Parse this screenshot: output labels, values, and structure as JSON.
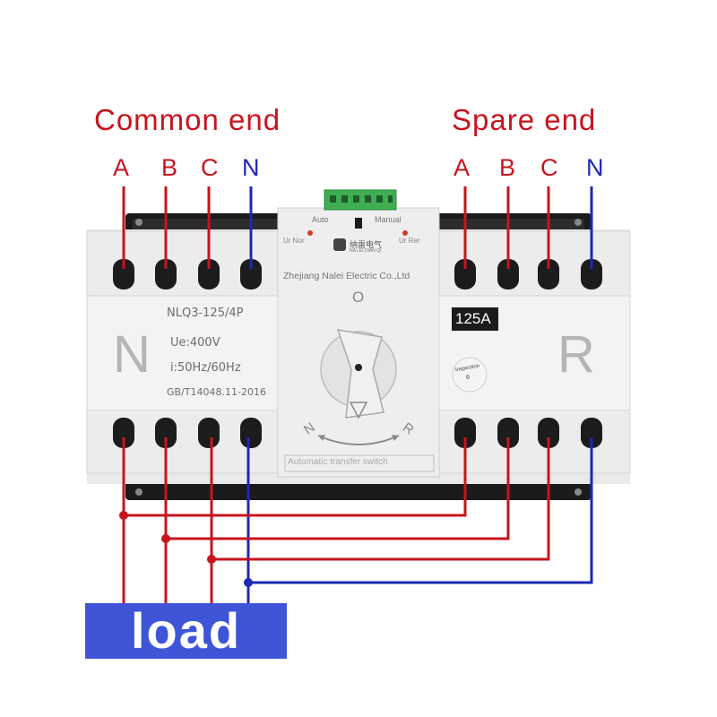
{
  "headings": {
    "common": "Common end",
    "spare": "Spare end"
  },
  "common_phases": [
    "A",
    "B",
    "C",
    "N"
  ],
  "spare_phases": [
    "A",
    "B",
    "C",
    "N"
  ],
  "device": {
    "brand_cn": "纳雷电气",
    "brand_en": "NA LEI DIAN QI",
    "maker": "Zhejiang Nalei Electric Co.,Ltd",
    "model": "NLQ3-125/4P",
    "voltage": "Ue:400V",
    "frequency": "i:50Hz/60Hz",
    "standard": "GB/T14048.11-2016",
    "rating": "125A",
    "inspection_label": "Inspection",
    "inspection_no": "6",
    "left_letter": "N",
    "right_letter": "R",
    "mode_auto": "Auto",
    "mode_manual": "Manual",
    "ind_left": "Ur Nor",
    "ind_right": "Ur Rer",
    "switch_off": "O",
    "switch_n": "N",
    "switch_r": "R",
    "footer": "Automatic transfer switch"
  },
  "load_label": "load",
  "colors": {
    "phase_wire": "#c8141e",
    "neutral_wire": "#1e28b4",
    "load_box": "#3e55d8"
  }
}
